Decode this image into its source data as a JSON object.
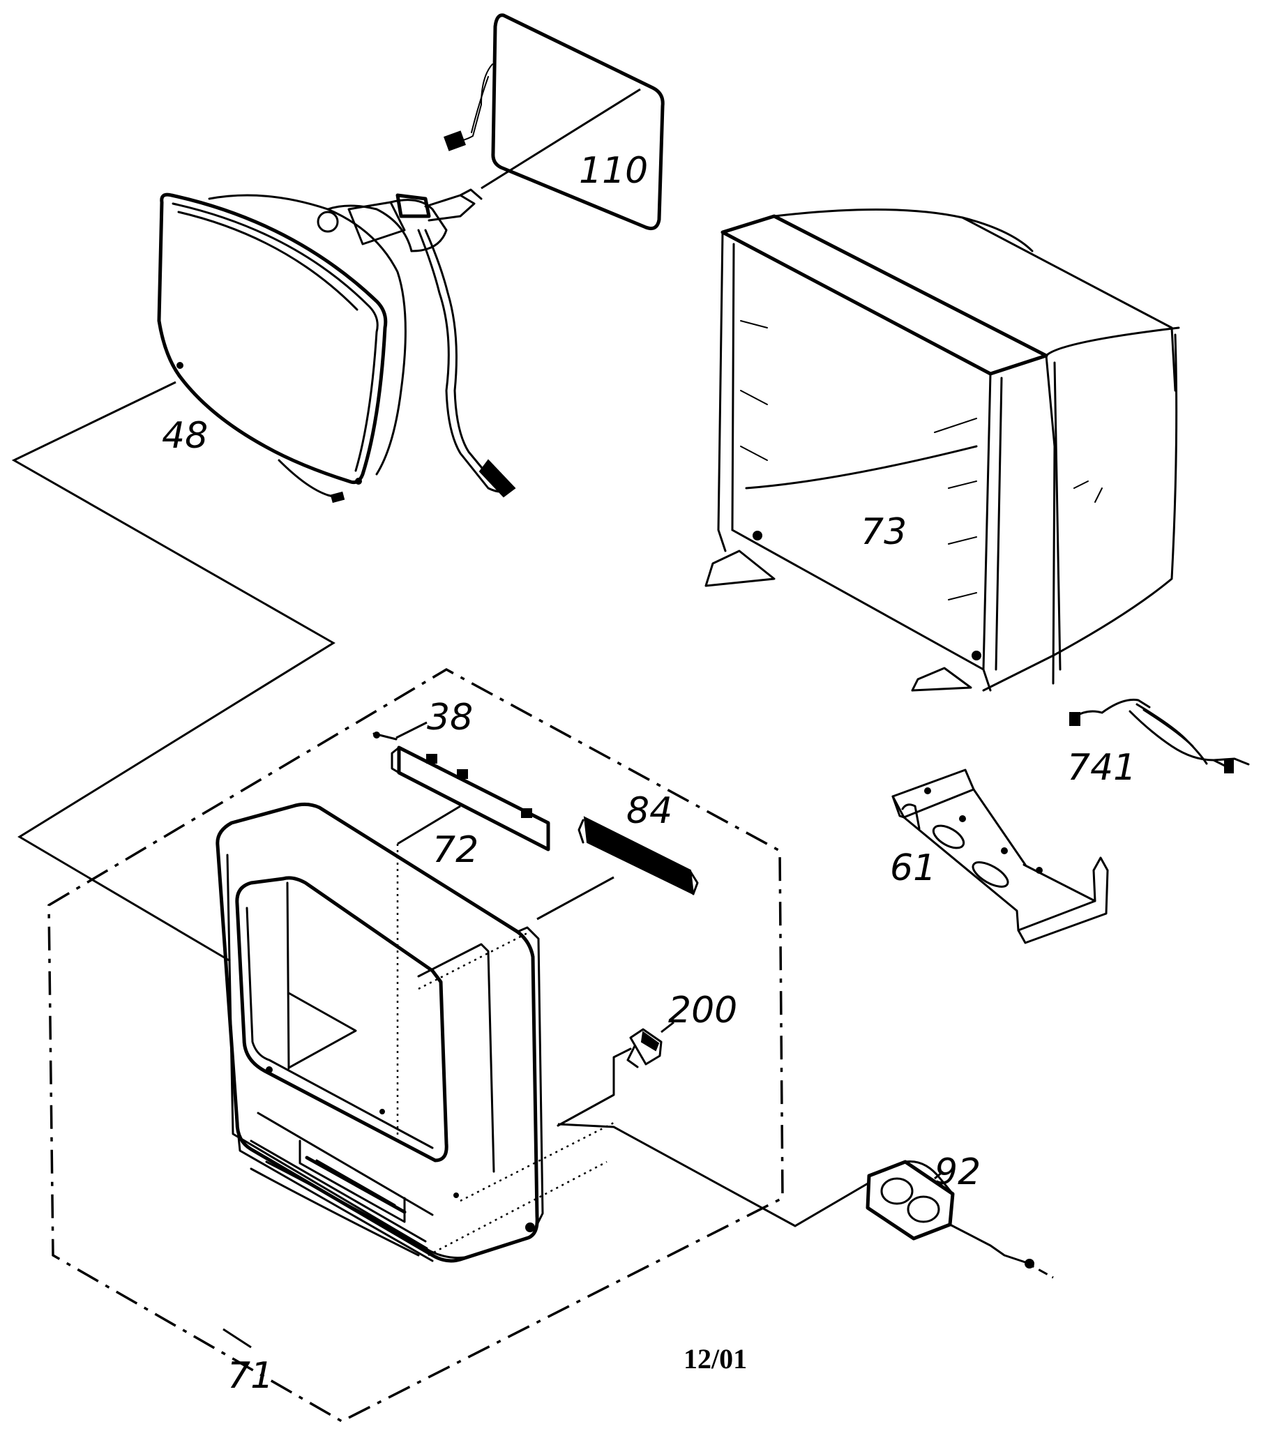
{
  "diagram": {
    "type": "exploded-parts-view",
    "callouts": {
      "p110": "110",
      "p48": "48",
      "p73": "73",
      "p38": "38",
      "p741": "741",
      "p84": "84",
      "p72": "72",
      "p61": "61",
      "p200": "200",
      "p92": "92",
      "p71": "71"
    },
    "footer_date": "12/01"
  }
}
